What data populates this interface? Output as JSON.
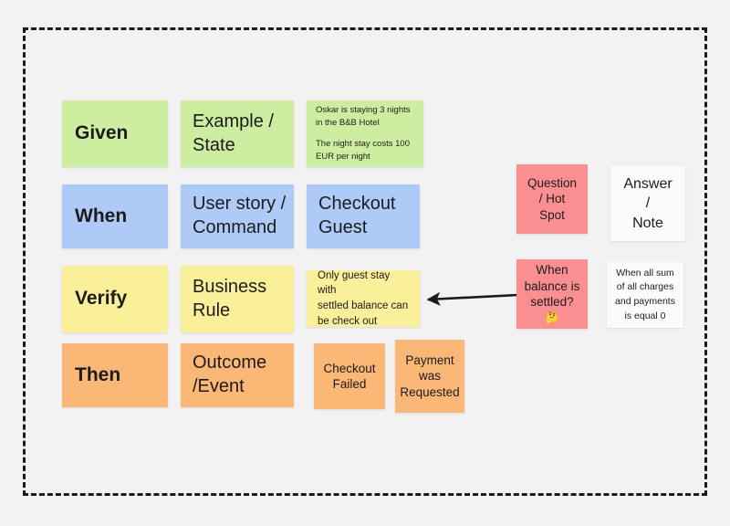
{
  "board": {
    "title": "Example Mapping / Event Storming board",
    "background_color": "#f2f2f2",
    "frame": {
      "style": "dashed",
      "color": "#1a1a1a"
    }
  },
  "legend_colors": {
    "given": "#cdeea0",
    "when": "#aecbf7",
    "verify": "#fbf09a",
    "then": "#fab775",
    "question": "#fa8f92",
    "answer": "#fbfbfb"
  },
  "rows": [
    {
      "name": "given",
      "label": "Given",
      "type_card": {
        "line1": "Example /",
        "line2": "State"
      },
      "detail_card": {
        "para1": "Oskar is staying 3 nights in the B&B Hotel",
        "para2": "The night stay costs 100 EUR per night"
      }
    },
    {
      "name": "when",
      "label": "When",
      "type_card": {
        "line1": "User story /",
        "line2": "Command"
      },
      "instance_card": {
        "line1": "Checkout",
        "line2": "Guest"
      }
    },
    {
      "name": "verify",
      "label": "Verify",
      "type_card": {
        "line1": "Business",
        "line2": "Rule"
      },
      "detail_card": {
        "line1": "Only guest stay with",
        "line2": "settled balance can",
        "line3": "be check out"
      }
    },
    {
      "name": "then",
      "label": "Then",
      "type_card": {
        "line1": "Outcome",
        "line2": "/Event"
      },
      "event_cards": [
        {
          "line1": "Checkout",
          "line2": "Failed"
        },
        {
          "line1": "Payment",
          "line2": "was",
          "line3": "Requested"
        }
      ]
    }
  ],
  "side": {
    "legend": {
      "question": {
        "line1": "Question",
        "line2": "/ Hot",
        "line3": "Spot"
      },
      "answer": {
        "line1": "Answer",
        "line2": "/",
        "line3": "Note"
      }
    },
    "example": {
      "question": {
        "line1": "When",
        "line2": "balance is",
        "line3": "settled?",
        "emoji": "🤔"
      },
      "answer": {
        "line1": "When all sum",
        "line2": "of all charges",
        "line3": "and payments",
        "line4": "is equal 0"
      }
    }
  },
  "arrow": {
    "name": "question-to-rule-arrow",
    "direction": "left",
    "color": "#1a1a1a"
  }
}
